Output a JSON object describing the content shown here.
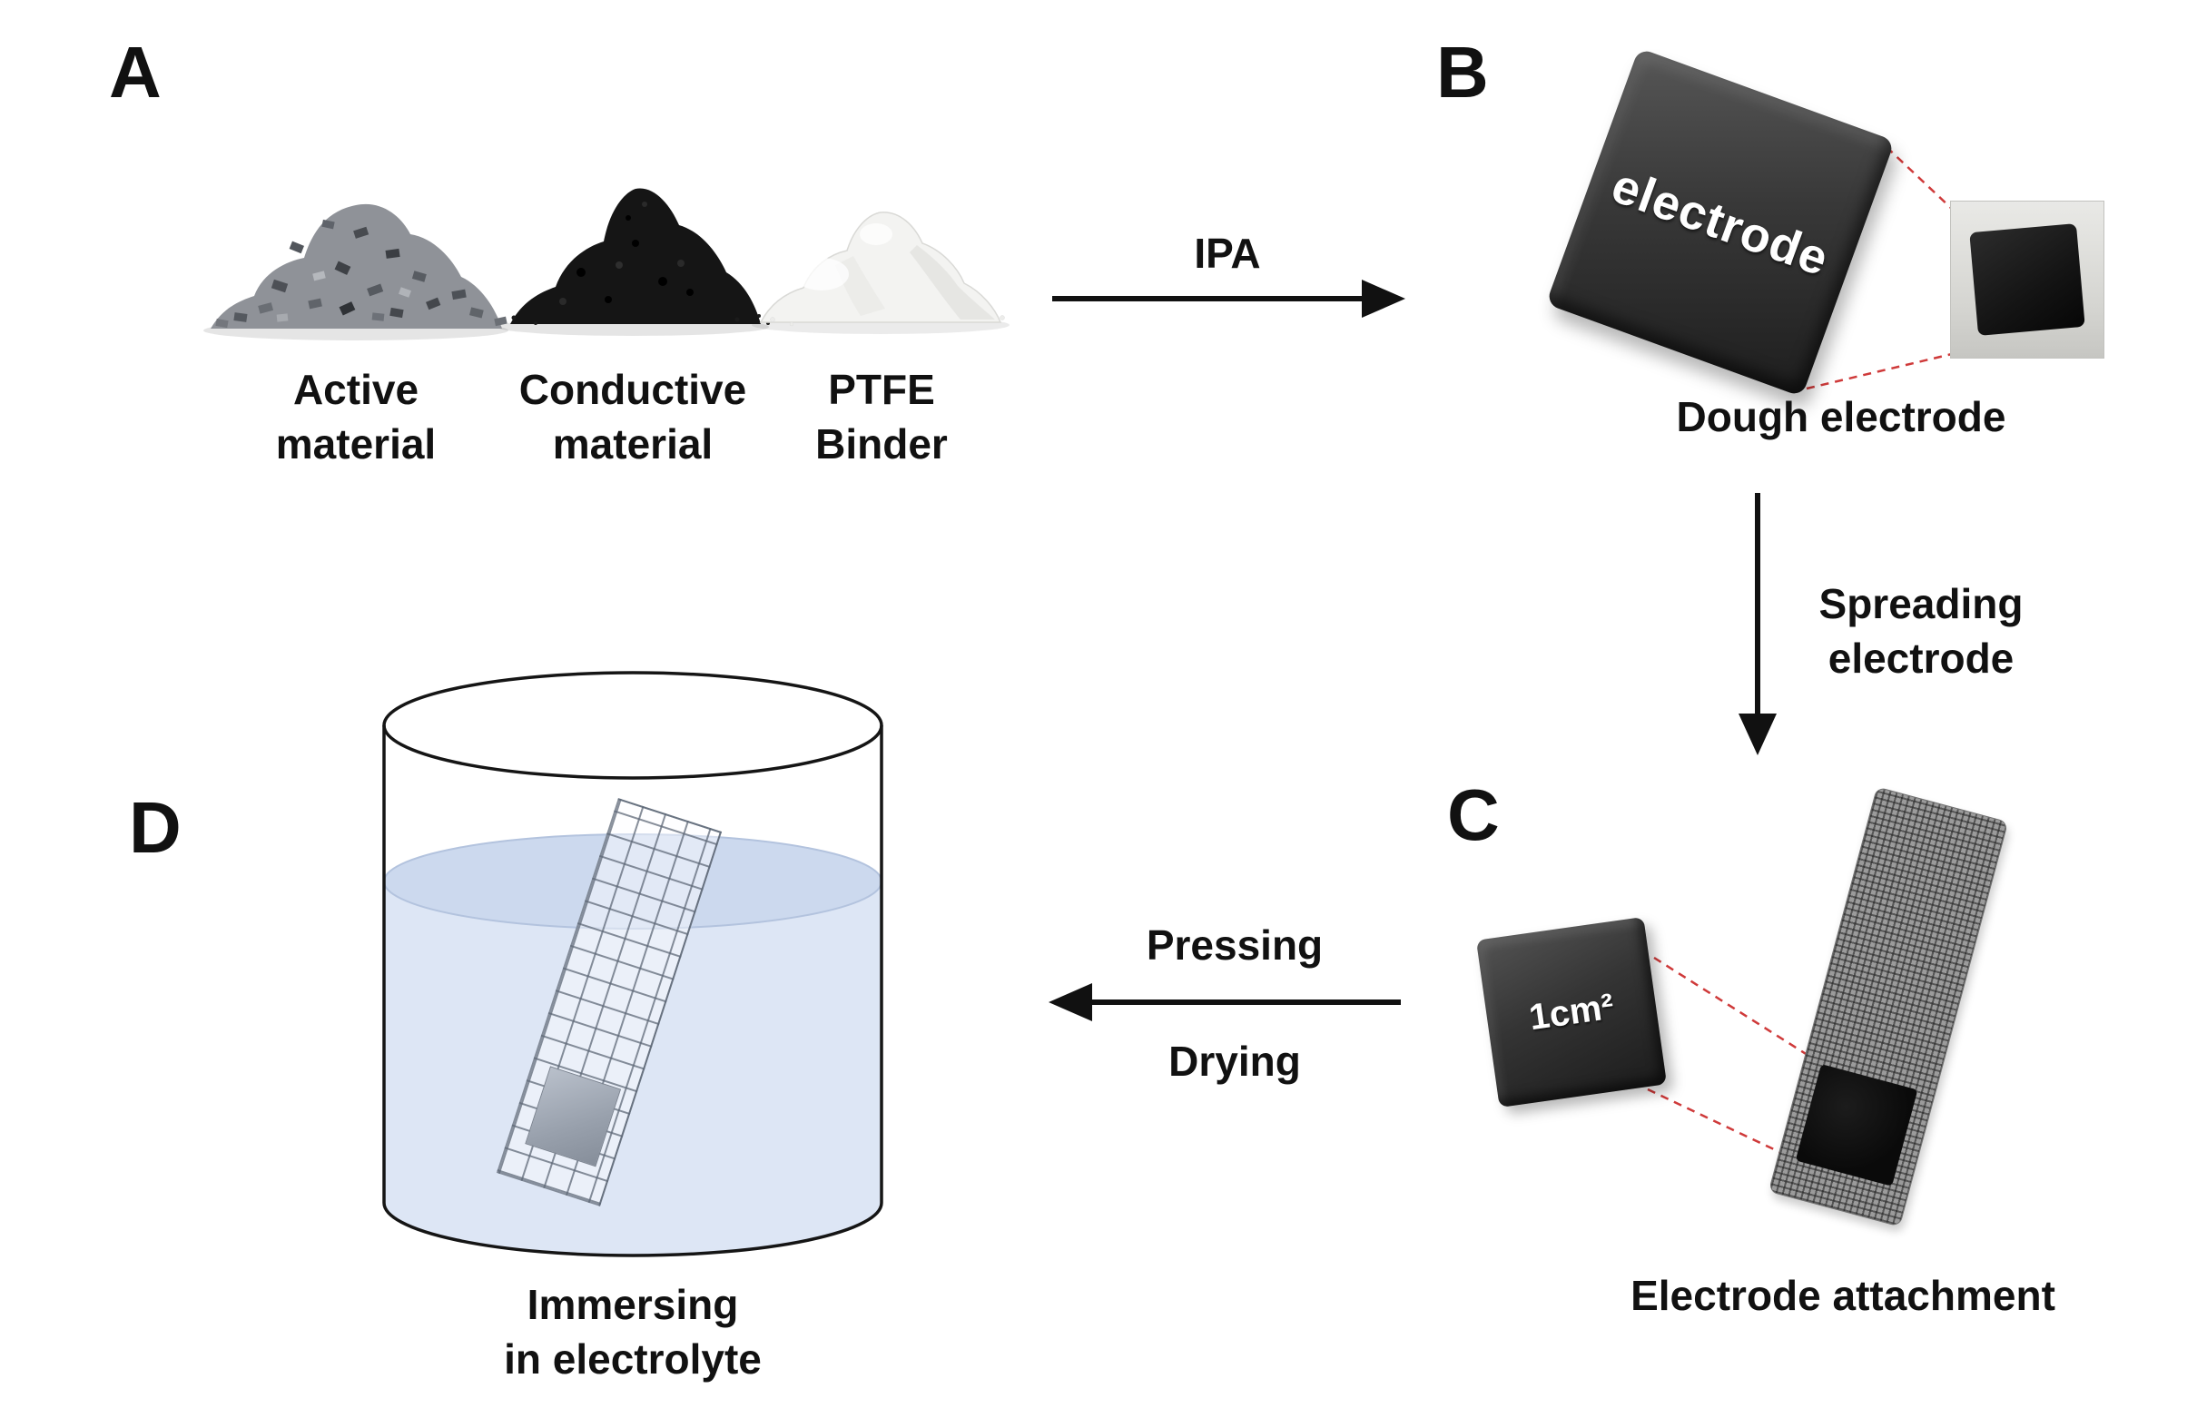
{
  "figure": {
    "panel_a": {
      "label": "A",
      "materials": [
        {
          "line1": "Active",
          "line2": "material"
        },
        {
          "line1": "Conductive",
          "line2": "material"
        },
        {
          "line1": "PTFE",
          "line2": "Binder"
        }
      ]
    },
    "panel_b": {
      "label": "B",
      "electrode_text": "electrode",
      "caption": "Dough electrode"
    },
    "panel_c": {
      "label": "C",
      "square_label": "1cm²",
      "caption": "Electrode attachment"
    },
    "panel_d": {
      "label": "D",
      "caption_line1": "Immersing",
      "caption_line2": "in electrolyte"
    },
    "arrows": {
      "ipa": {
        "label": "IPA"
      },
      "spreading": {
        "line1": "Spreading",
        "line2": "electrode"
      },
      "pressing_drying": {
        "line1": "Pressing",
        "line2": "Drying"
      }
    }
  },
  "colors": {
    "arrow": "#111111",
    "dashed_connector": "#cf3a3a",
    "electrode_dark": "#2e2e2e",
    "liquid": "#dde6f5",
    "liquid_surface": "#ccd9ee"
  }
}
